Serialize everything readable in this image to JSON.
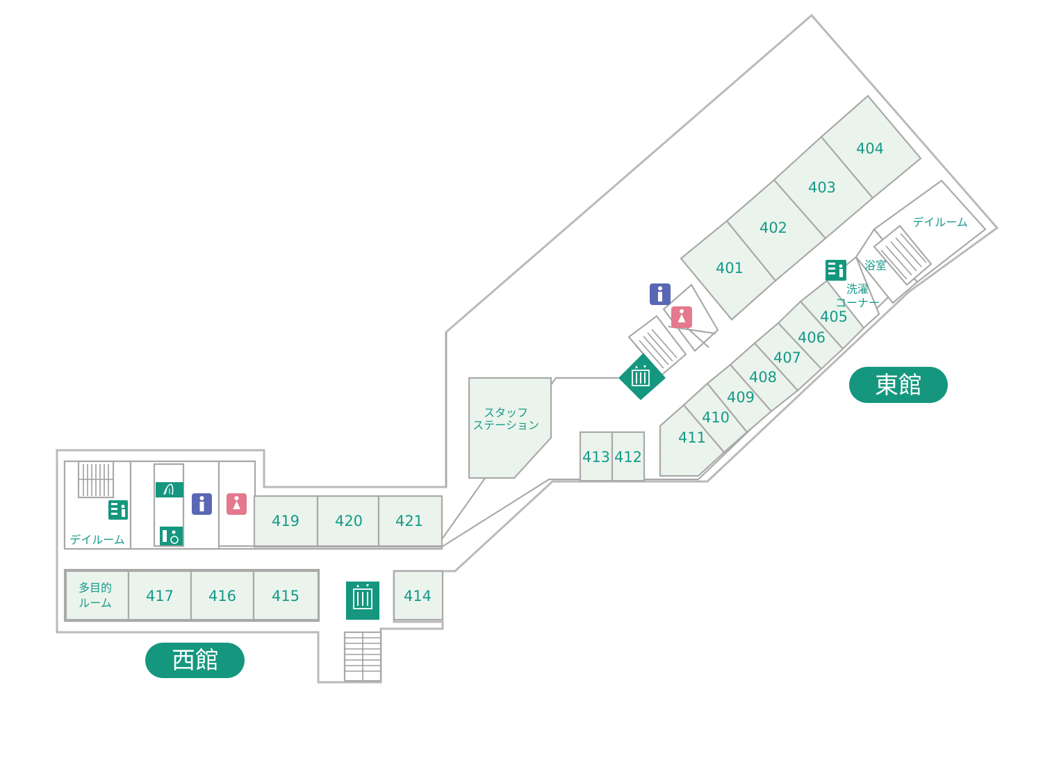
{
  "buildings": {
    "east": "東館",
    "west": "西館"
  },
  "rooms_east": [
    "401",
    "402",
    "403",
    "404",
    "405",
    "406",
    "407",
    "408",
    "409",
    "410",
    "411",
    "412",
    "413",
    "414"
  ],
  "rooms_west": [
    "415",
    "416",
    "417",
    "419",
    "420",
    "421"
  ],
  "facilities": {
    "dayroom_east": "デイルーム",
    "dayroom_west": "デイルーム",
    "bath": "浴室",
    "laundry_line1": "洗濯",
    "laundry_line2": "コーナー",
    "staff_line1": "スタッフ",
    "staff_line2": "ステーション",
    "multi_line1": "多目的",
    "multi_line2": "ルーム"
  },
  "icons": [
    "elevator-icon",
    "mens-restroom-icon",
    "womens-restroom-icon",
    "laundry-icon",
    "shower-icon",
    "accessible-restroom-icon",
    "stairs-icon"
  ],
  "colors": {
    "accent": "#15977f",
    "room_fill": "#ebf4ec",
    "mens": "#5a67b5",
    "womens": "#e4788c"
  }
}
